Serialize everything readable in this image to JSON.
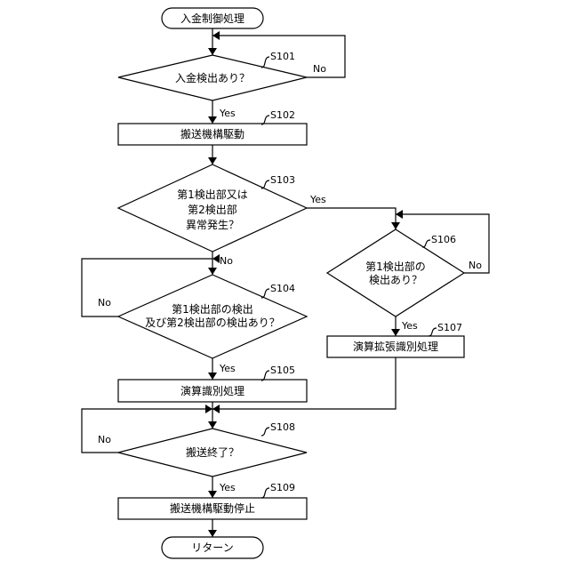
{
  "flowchart": {
    "start": "入金制御処理",
    "end": "リターン",
    "steps": {
      "s101": {
        "id": "S101",
        "lines": [
          "入金検出あり？"
        ],
        "yes": "Yes",
        "no": "No"
      },
      "s102": {
        "id": "S102",
        "lines": [
          "搬送機構駆動"
        ]
      },
      "s103": {
        "id": "S103",
        "lines": [
          "第1検出部又は",
          "第2検出部",
          "異常発生？"
        ],
        "yes": "Yes",
        "no": "No"
      },
      "s104": {
        "id": "S104",
        "lines": [
          "第1検出部の検出",
          "及び第2検出部の検出あり？"
        ],
        "yes": "Yes",
        "no": "No"
      },
      "s105": {
        "id": "S105",
        "lines": [
          "演算識別処理"
        ]
      },
      "s106": {
        "id": "S106",
        "lines": [
          "第1検出部の",
          "検出あり？"
        ],
        "yes": "Yes",
        "no": "No"
      },
      "s107": {
        "id": "S107",
        "lines": [
          "演算拡張識別処理"
        ]
      },
      "s108": {
        "id": "S108",
        "lines": [
          "搬送終了？"
        ],
        "yes": "Yes",
        "no": "No"
      },
      "s109": {
        "id": "S109",
        "lines": [
          "搬送機構駆動停止"
        ]
      }
    }
  }
}
